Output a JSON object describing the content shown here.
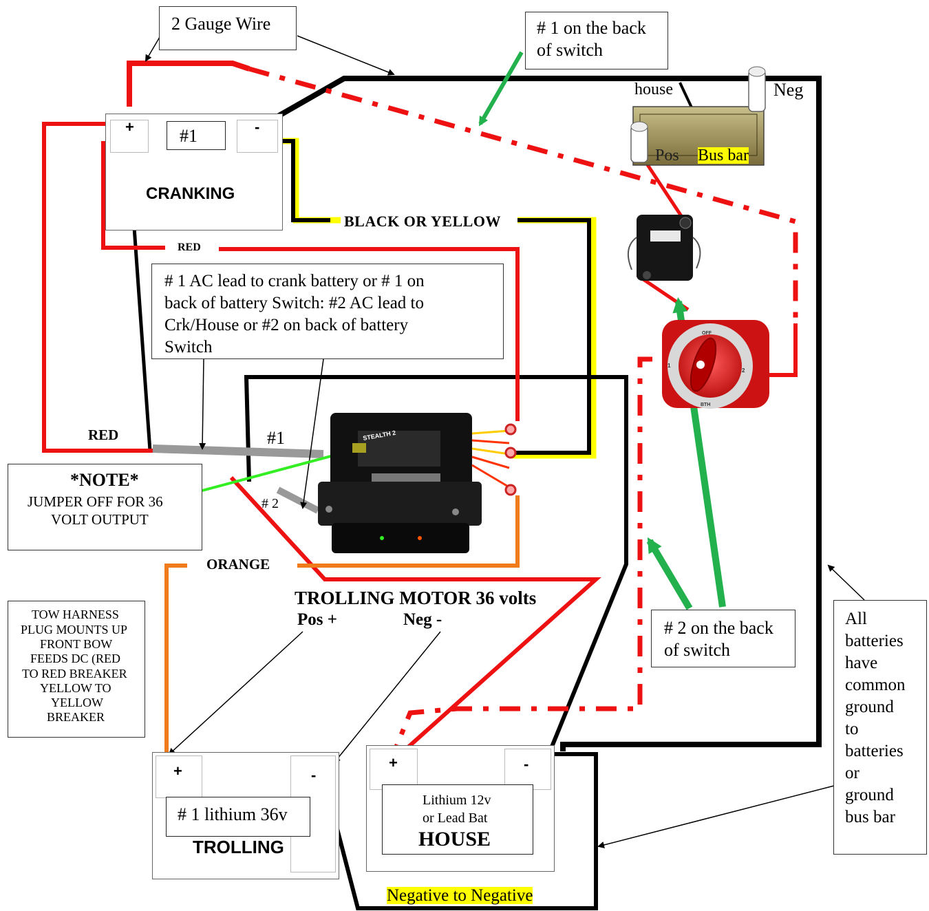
{
  "labels": {
    "gauge_wire": "2 Gauge Wire",
    "switch1_line1": "# 1 on the back",
    "switch1_line2": "of switch",
    "house": "house",
    "neg": "Neg",
    "pos": "Pos",
    "bus_bar": "Bus bar",
    "black_or_yellow": "BLACK OR YELLOW",
    "red_small": "RED",
    "red_left": "RED",
    "hash1": "#1",
    "hash2": "# 2",
    "orange": "ORANGE",
    "trolling_motor": "TROLLING MOTOR 36 volts",
    "pos_plus": "Pos +",
    "neg_minus": "Neg -",
    "negative_to_negative": "Negative to Negative"
  },
  "ac_lead_note": [
    "# 1 AC lead to crank battery or # 1 on",
    "back of battery Switch: #2 AC lead to",
    "Crk/House or #2 on  back of  battery",
    "Switch"
  ],
  "jumper_note": {
    "title": "*NOTE*",
    "line1": "JUMPER  OFF  FOR 36",
    "line2": "VOLT OUTPUT"
  },
  "tow_harness": [
    "TOW HARNESS",
    "PLUG MOUNTS UP",
    "FRONT BOW",
    "FEEDS DC (RED",
    "TO RED BREAKER",
    "YELLOW TO",
    "YELLOW",
    "BREAKER"
  ],
  "switch2": {
    "line1": "# 2 on the back",
    "line2": "of switch"
  },
  "ground_note": [
    "All",
    "batteries",
    "have",
    "common",
    "ground",
    "to",
    "batteries",
    "or",
    "ground",
    "bus bar"
  ],
  "batteries": {
    "cranking": {
      "plus": "+",
      "minus": "-",
      "id": "#1",
      "name": "CRANKING"
    },
    "trolling": {
      "plus": "+",
      "minus": "-",
      "id": "# 1 lithium 36v",
      "name": "TROLLING"
    },
    "house": {
      "plus": "+",
      "minus": "-",
      "line1": "Lithium 12v",
      "line2": "or Lead Bat",
      "name": "HOUSE"
    }
  },
  "device_text": {
    "charger_brand": "STEALTH 2",
    "switch_off": "OFF",
    "switch_both": "BTH",
    "switch_1": "1",
    "switch_2": "2"
  },
  "colors": {
    "red": "#ee1111",
    "black": "#000000",
    "yellow": "#ffff00",
    "orange": "#f07b1a",
    "gray": "#999999",
    "green": "#22b14c",
    "bright_green": "#33ee22",
    "highlight": "#ffff00"
  }
}
